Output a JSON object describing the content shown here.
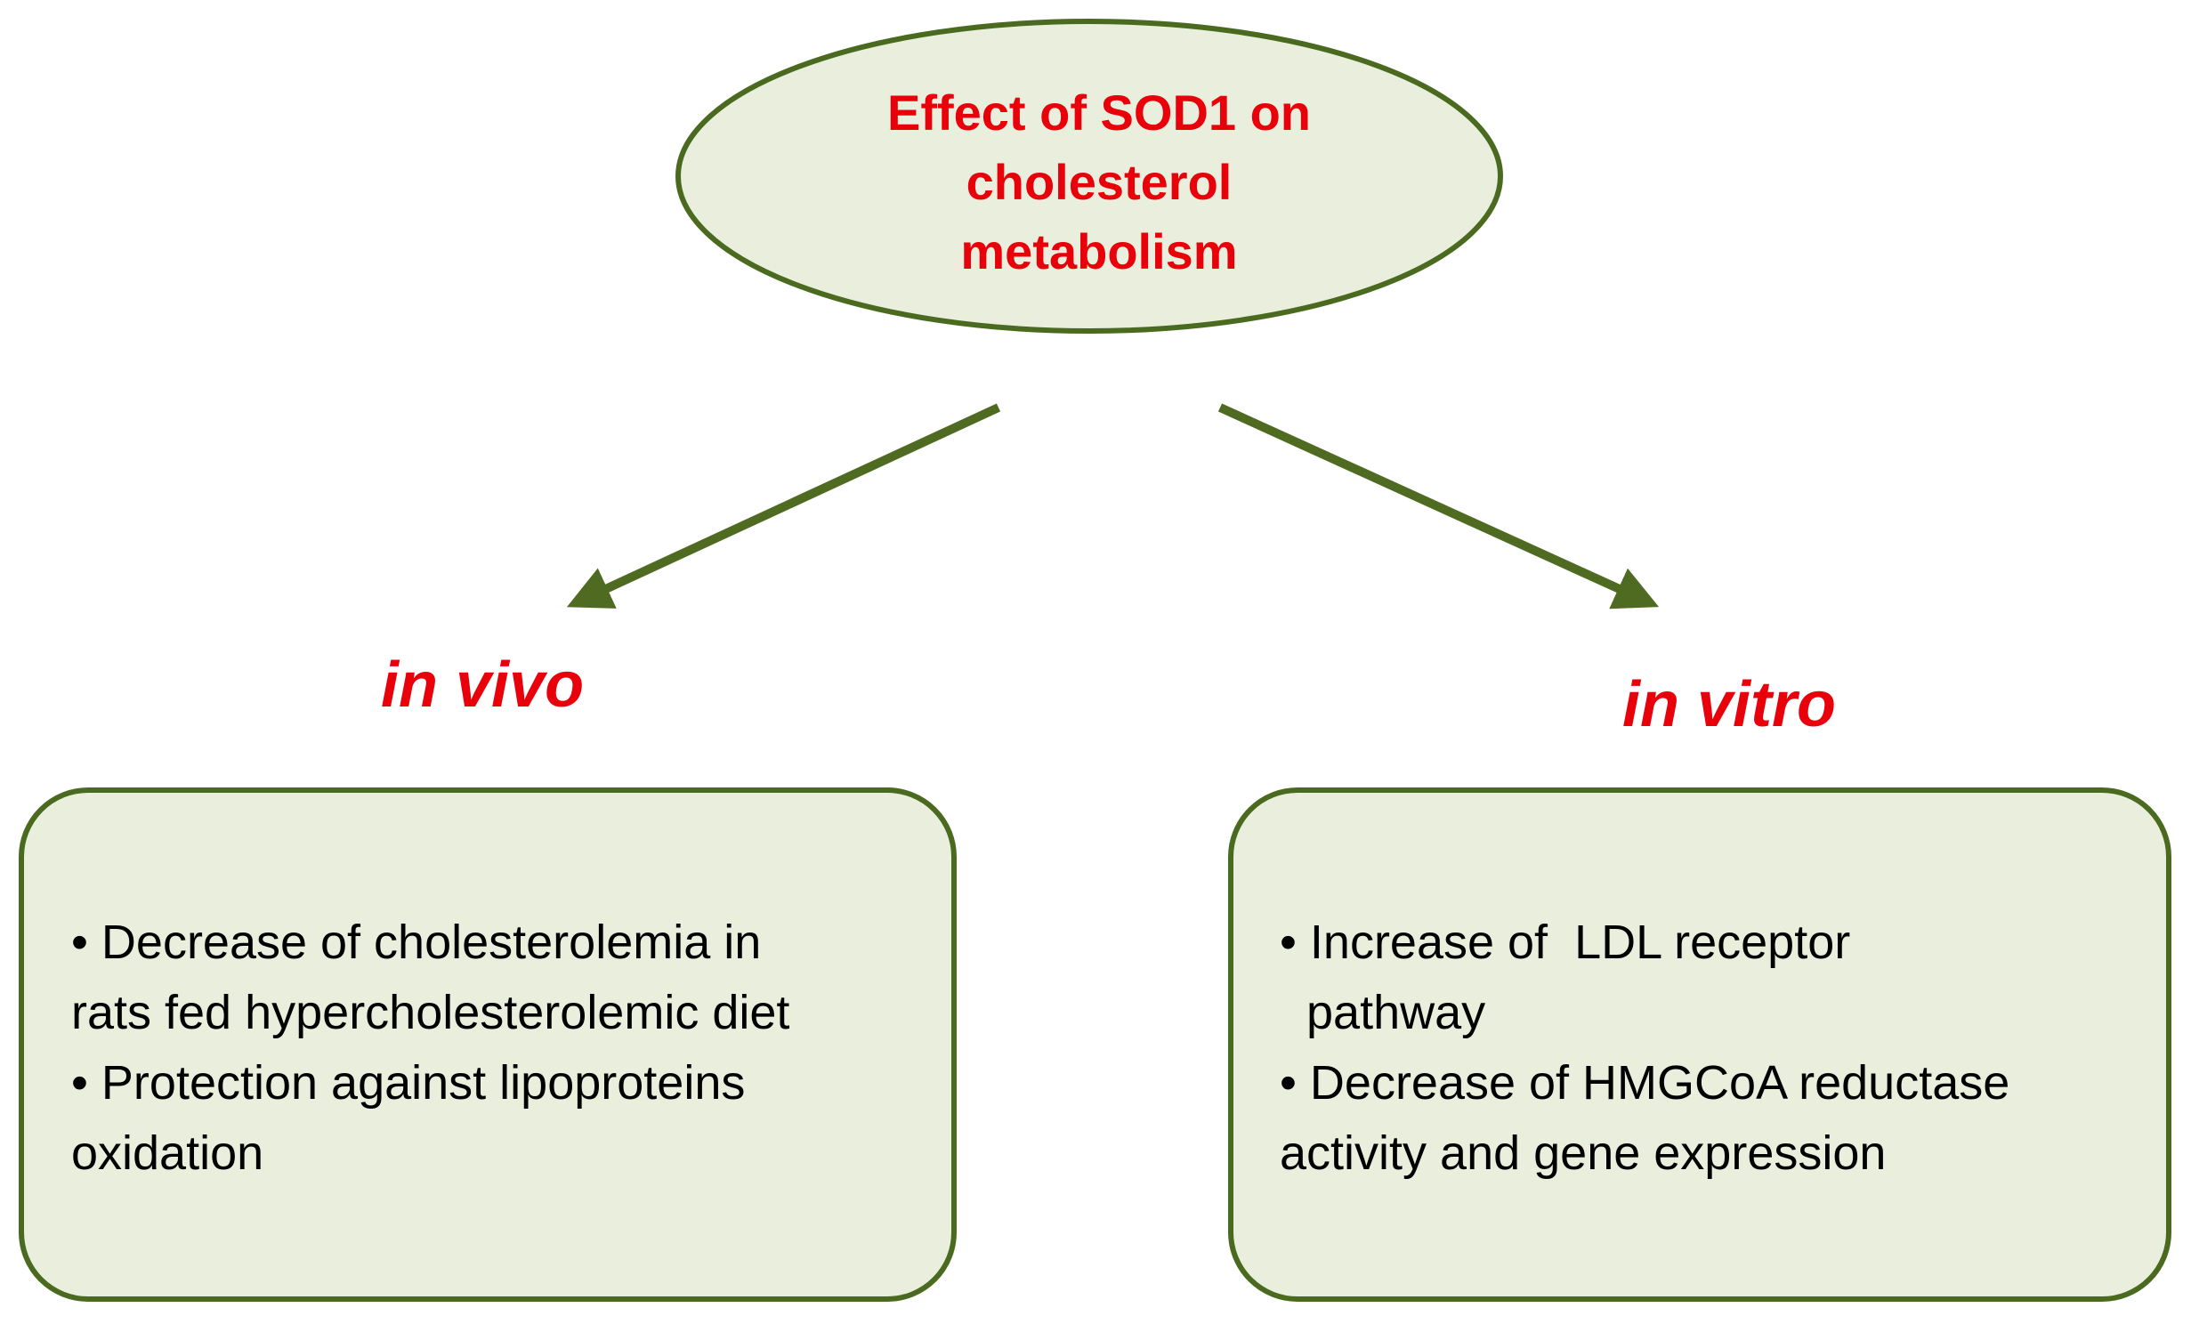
{
  "root": {
    "lines": [
      "Effect of SOD1 on",
      "cholesterol",
      "metabolism"
    ]
  },
  "branches": [
    {
      "label": "in vivo",
      "box_lines": [
        "•  Decrease of cholesterolemia in",
        "rats fed  hypercholesterolemic diet",
        "•  Protection against lipoproteins",
        "oxidation"
      ]
    },
    {
      "label": "in vitro",
      "box_lines": [
        "• Increase of  LDL receptor",
        "  pathway",
        "• Decrease of HMGCoA reductase",
        "activity and gene expression"
      ]
    }
  ],
  "colors": {
    "node_fill": "#e9efdc",
    "node_stroke": "#4a6a1f",
    "arrow": "#4f6b22",
    "label_red": "#e8000b",
    "text": "#000000"
  }
}
